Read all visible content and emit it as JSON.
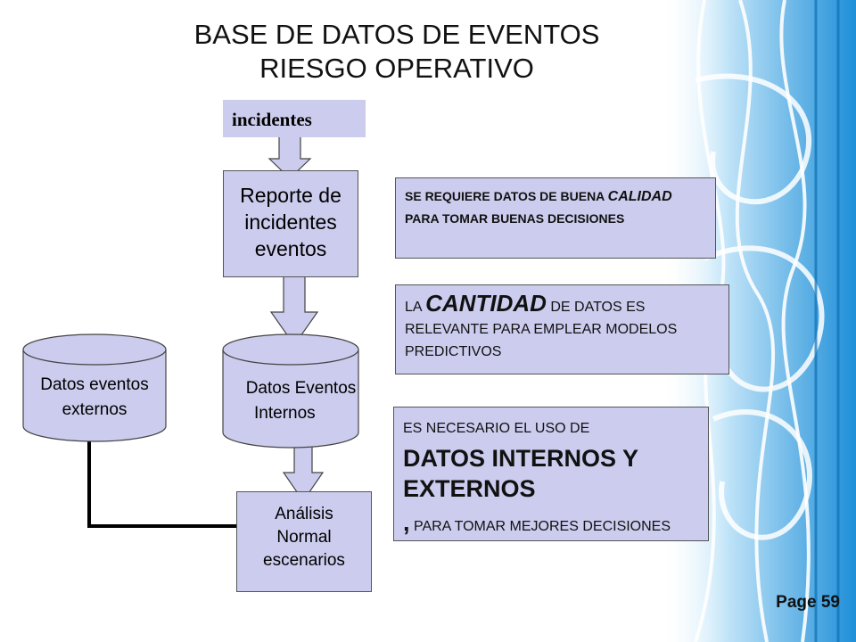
{
  "title_line1": "BASE DE DATOS DE EVENTOS",
  "title_line2": "RIESGO OPERATIVO",
  "nodes": {
    "incidentes": "incidentes",
    "reporte": [
      "Reporte de",
      "incidentes",
      "eventos"
    ],
    "internos": [
      "Datos Eventos",
      "Internos"
    ],
    "externos": [
      "Datos eventos",
      "externos"
    ],
    "analisis": [
      "Análisis",
      "Normal",
      "escenarios"
    ]
  },
  "notes": {
    "n1_pre": "SE REQUIERE DATOS DE BUENA ",
    "n1_em": "CALIDAD",
    "n1_post": " PARA TOMAR BUENAS DECISIONES",
    "n2_pre": "LA ",
    "n2_em": "CANTIDAD",
    "n2_post": " DE DATOS ES RELEVANTE PARA EMPLEAR MODELOS PREDICTIVOS",
    "n3_pre": "ES NECESARIO EL USO DE",
    "n3_em": "DATOS INTERNOS Y EXTERNOS",
    "n3_comma": ",",
    "n3_post": " PARA TOMAR MEJORES DECISIONES"
  },
  "page_label": "Page 59",
  "colors": {
    "box_fill": "#ccccee",
    "deco_blue": "#1a8fd6",
    "deco_light": "#7cc6f0"
  }
}
